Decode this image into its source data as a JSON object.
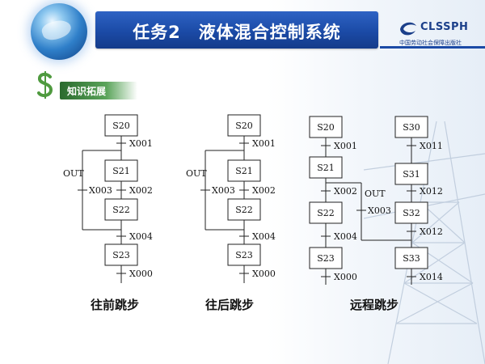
{
  "header": {
    "title": "任务2　液体混合控制系统"
  },
  "logo": {
    "text": "CLSSPH",
    "subtitle": "中国劳动社会保障出版社"
  },
  "section_tag": {
    "label": "知识拓展"
  },
  "diagram1": {
    "caption": "往前跳步",
    "steps": [
      "S20",
      "S21",
      "S22",
      "S23"
    ],
    "transitions": [
      "X001",
      "X002",
      "X004",
      "X000"
    ],
    "jump": {
      "label": "OUT",
      "condition": "X003"
    }
  },
  "diagram2": {
    "caption": "往后跳步",
    "steps": [
      "S20",
      "S21",
      "S22",
      "S23"
    ],
    "transitions": [
      "X001",
      "X002",
      "X004",
      "X000"
    ],
    "jump": {
      "label": "OUT",
      "condition": "X003"
    }
  },
  "diagram3": {
    "caption": "远程跳步",
    "left_steps": [
      "S20",
      "S21",
      "S22",
      "S23"
    ],
    "left_transitions": [
      "X001",
      "X002",
      "X004",
      "X000"
    ],
    "right_steps": [
      "S30",
      "S31",
      "S32",
      "S33"
    ],
    "right_transitions": [
      "X011",
      "X012",
      "X012",
      "X014"
    ],
    "jump": {
      "label": "OUT",
      "condition": "X003"
    }
  }
}
